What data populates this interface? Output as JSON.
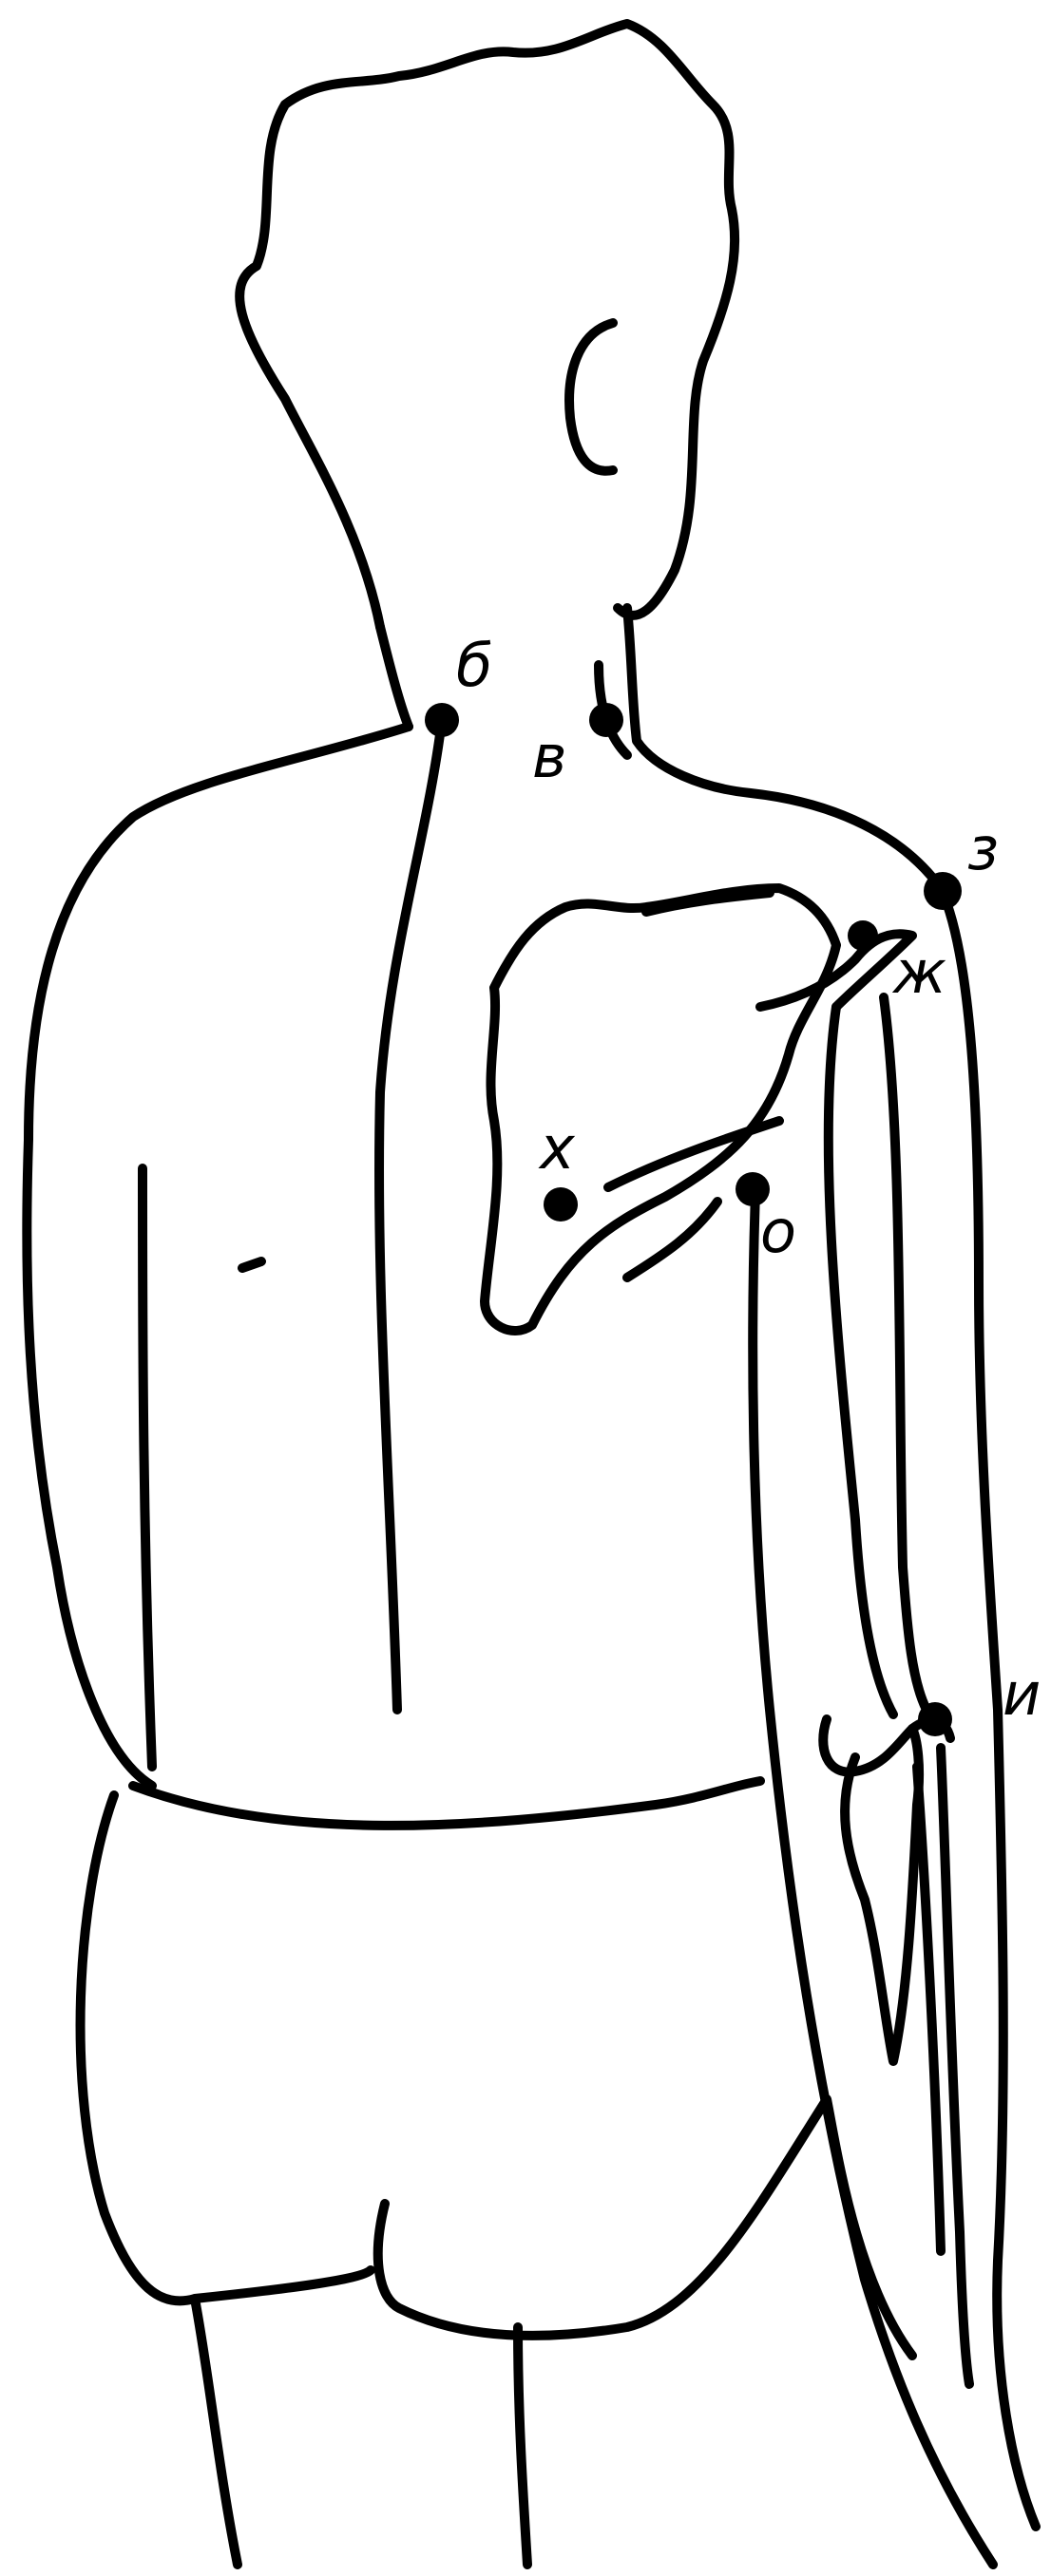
{
  "figure": {
    "ink_color": "#000000",
    "background_color": "#ffffff"
  },
  "points": [
    {
      "id": "b",
      "label": "б"
    },
    {
      "id": "v",
      "label": "в"
    },
    {
      "id": "z",
      "label": "з"
    },
    {
      "id": "zh",
      "label": "ж"
    },
    {
      "id": "kh",
      "label": "х"
    },
    {
      "id": "o",
      "label": "о"
    },
    {
      "id": "i",
      "label": "и"
    }
  ]
}
